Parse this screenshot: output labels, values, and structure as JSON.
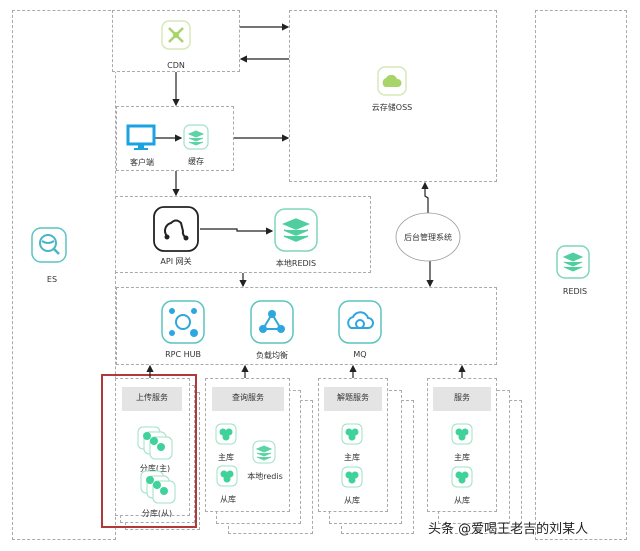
{
  "nodes": {
    "es": "ES",
    "redis": "REDIS",
    "cdn": "CDN",
    "oss": "云存储OSS",
    "client": "客户端",
    "cache": "缓存",
    "api": "API 网关",
    "local_redis": "本地REDIS",
    "admin": "后台管理系统",
    "rpc": "RPC HUB",
    "lb": "负载均衡",
    "mq": "MQ"
  },
  "services": [
    {
      "title": "上传服务",
      "items": [
        "分库(主)",
        "分库(从)"
      ]
    },
    {
      "title": "查询服务",
      "items": [
        "主库",
        "从库",
        "本地redis"
      ]
    },
    {
      "title": "解题服务",
      "items": [
        "主库",
        "从库"
      ]
    },
    {
      "title": "服务",
      "items": [
        "主库",
        "从库"
      ]
    }
  ],
  "highlight_color": "#b03a3a",
  "watermark": "头条 @爱喝王老吉的刘某人"
}
